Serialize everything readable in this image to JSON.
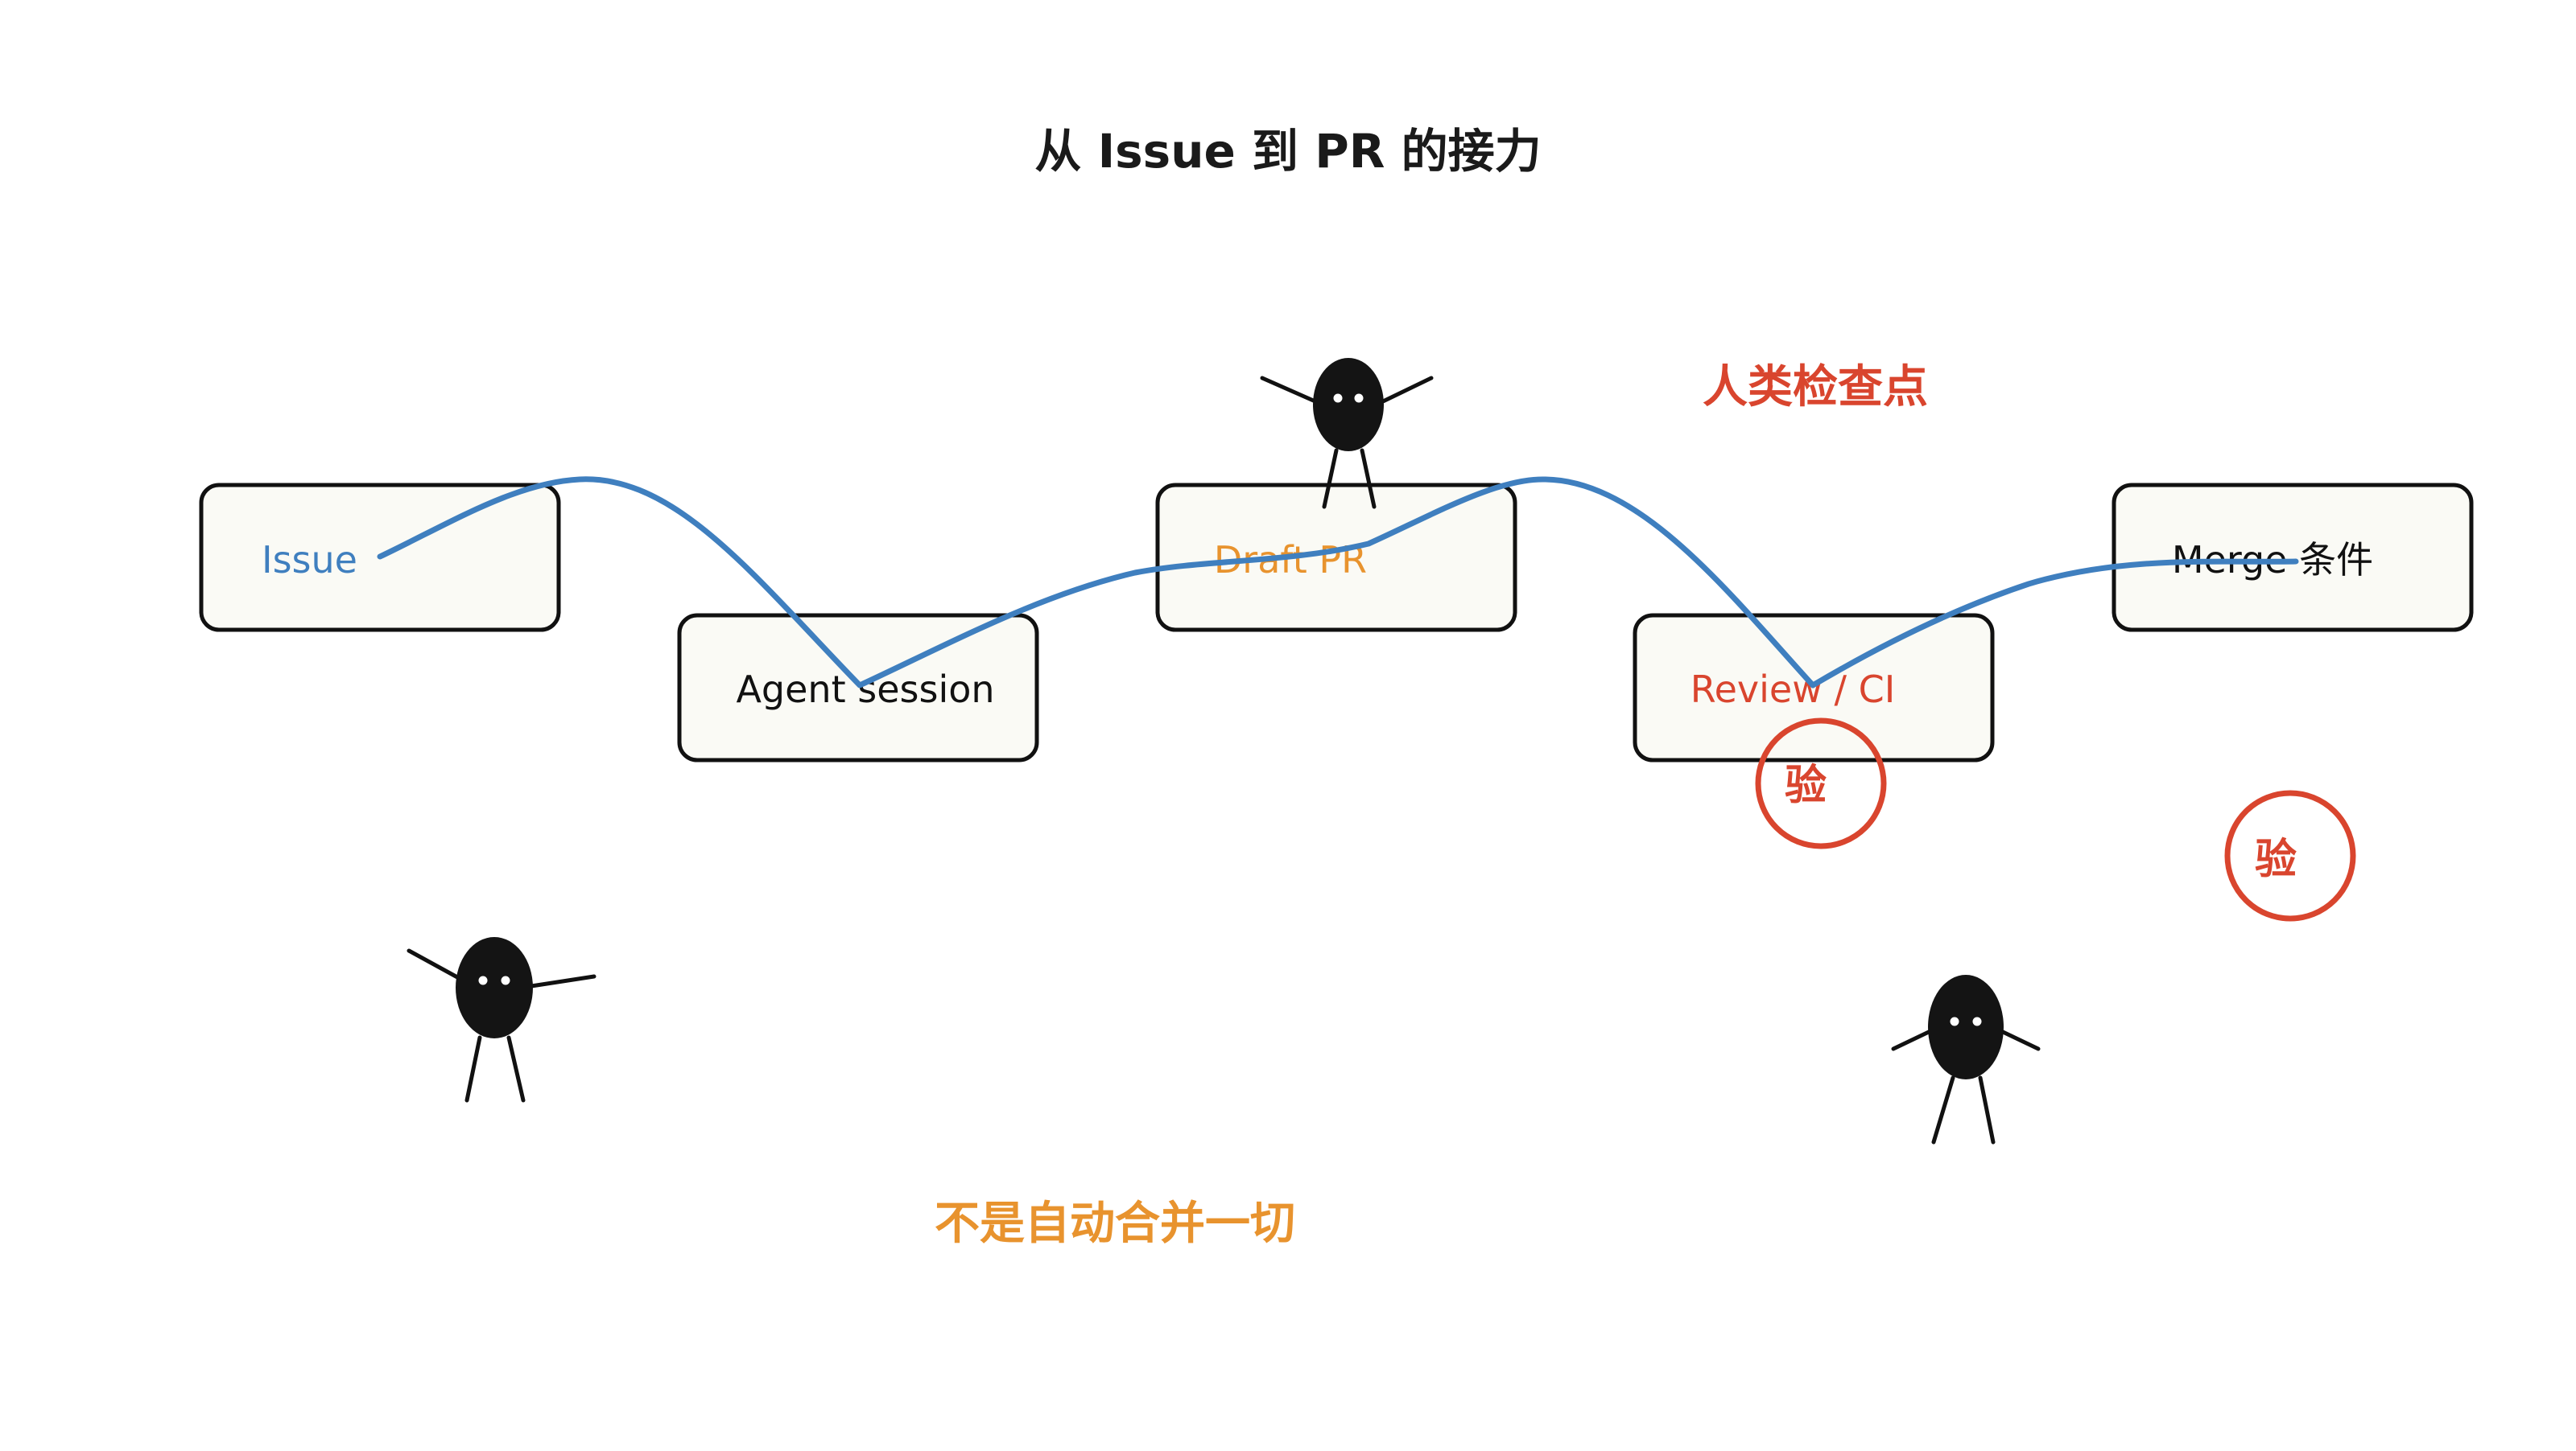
{
  "title": "从 Issue 到 PR 的接力",
  "colors": {
    "blue": "#3f7fbf",
    "orange": "#e8932e",
    "red": "#d9452e",
    "dark": "#111111",
    "box_fill": "#fafaf5"
  },
  "nodes": [
    {
      "id": "issue",
      "label": "Issue",
      "color": "#3f7fbf"
    },
    {
      "id": "agent-session",
      "label": "Agent session",
      "color": "#111111"
    },
    {
      "id": "draft-pr",
      "label": "Draft PR",
      "color": "#e8932e"
    },
    {
      "id": "review-ci",
      "label": "Review / CI",
      "color": "#d9452e"
    },
    {
      "id": "merge",
      "label": "Merge 条件",
      "color": "#111111"
    }
  ],
  "annotations": {
    "human_checkpoint": "人类检查点",
    "not_auto_merge": "不是自动合并一切"
  },
  "stamps": [
    {
      "id": "stamp-review",
      "char": "验"
    },
    {
      "id": "stamp-merge",
      "char": "验"
    }
  ],
  "figures": [
    {
      "id": "figure-top",
      "icon": "stick-figure-icon"
    },
    {
      "id": "figure-left",
      "icon": "stick-figure-icon"
    },
    {
      "id": "figure-right",
      "icon": "stick-figure-icon"
    }
  ]
}
